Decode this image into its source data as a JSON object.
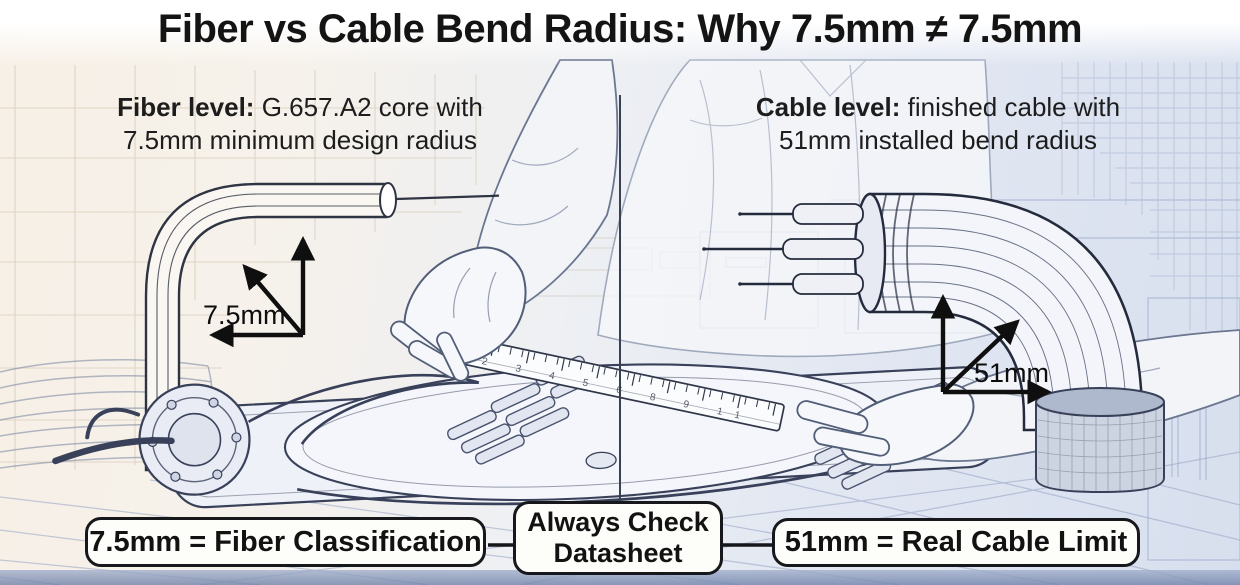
{
  "title": "Fiber vs Cable Bend Radius: Why 7.5mm ≠ 7.5mm",
  "notes": {
    "fiber": {
      "label": "Fiber level:",
      "line1_rest": "G.657.A2 core with",
      "line2": "7.5mm minimum design radius"
    },
    "cable": {
      "label": "Cable level:",
      "line1_rest": "finished cable with",
      "line2": "51mm installed bend radius"
    }
  },
  "dimensions": {
    "fiber_radius": "7.5mm",
    "cable_radius": "51mm"
  },
  "callouts": {
    "left": "7.5mm = Fiber Classification",
    "center_line1": "Always Check",
    "center_line2": "Datasheet",
    "right": "51mm = Real Cable Limit"
  },
  "ruler": {
    "numbers_text": "2 3 4 5 6 8 9 11"
  },
  "colors": {
    "ink": "#141414",
    "line_art": "#39415a",
    "arrow_black": "#0f0f0f",
    "callout_border": "#17181b",
    "callout_bg": "#fdfdfa",
    "bg_left_warm": "#f7f0e6",
    "bg_right_cool": "#d7dfee"
  }
}
